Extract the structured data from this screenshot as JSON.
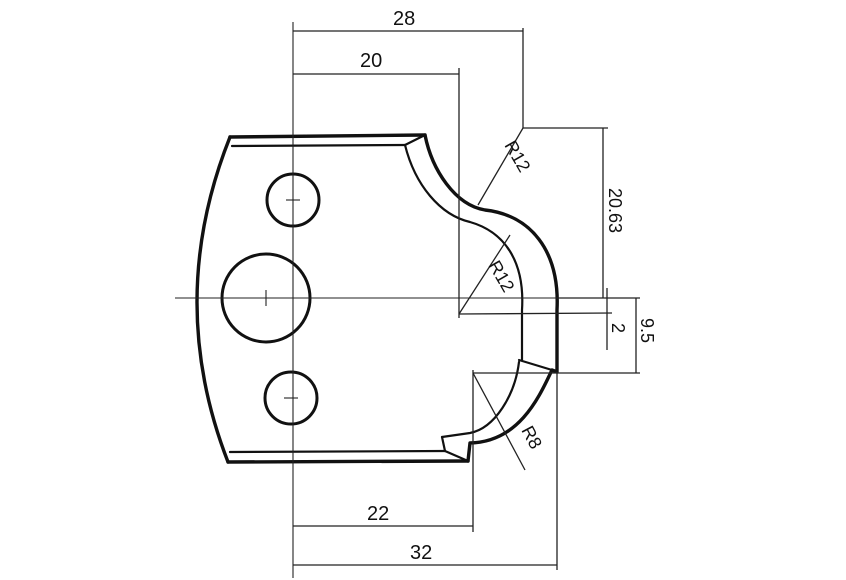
{
  "dimensions": {
    "d28": "28",
    "d20": "20",
    "d22": "22",
    "d32": "32",
    "d2063": "20.63",
    "d95": "9.5",
    "d2": "2"
  },
  "radii": {
    "r12_top": "R12",
    "r12_mid": "R12",
    "r8": "R8"
  }
}
